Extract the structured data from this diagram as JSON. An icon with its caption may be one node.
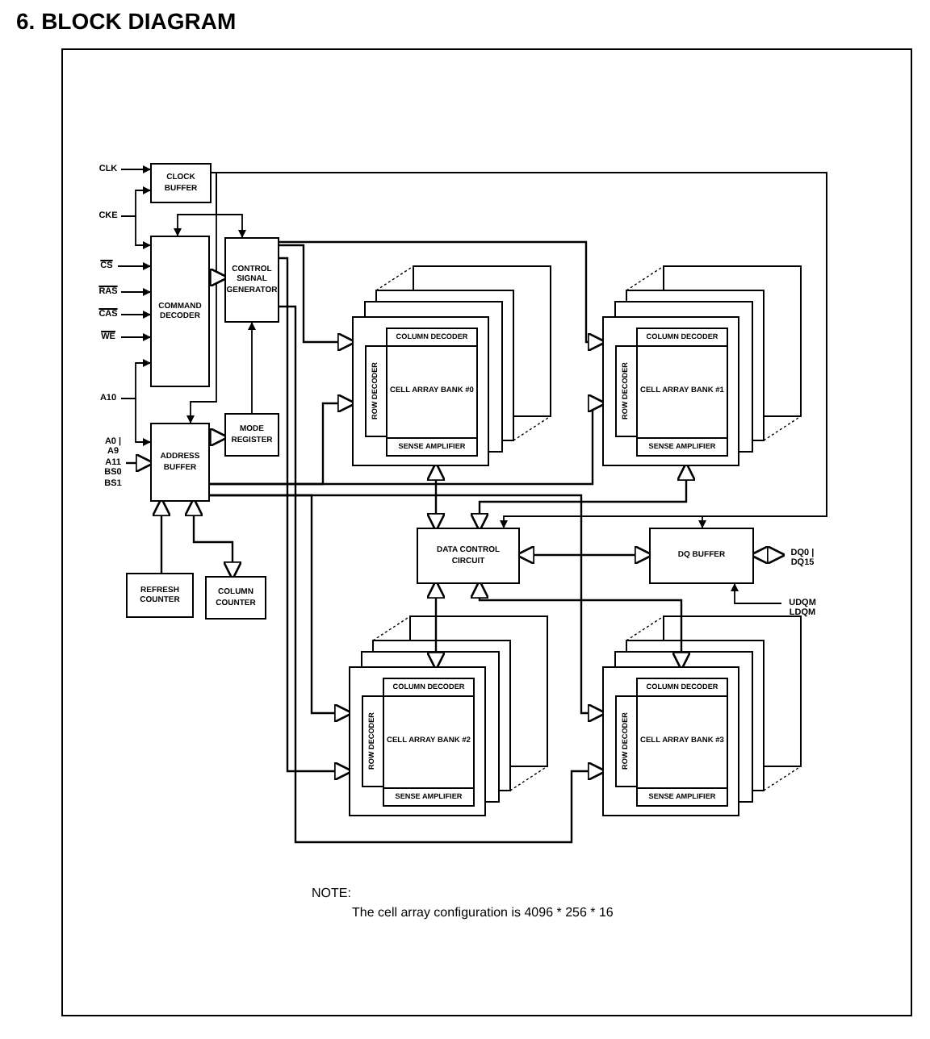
{
  "diagram": {
    "title": "6. BLOCK DIAGRAM",
    "nodes": [
      {
        "text": [
          "CLK"
        ]
      },
      {
        "text": [
          "CKE"
        ]
      },
      {
        "text": [
          "CS"
        ]
      },
      {
        "text": [
          "RAS"
        ]
      },
      {
        "text": [
          "CAS"
        ]
      },
      {
        "text": [
          "WE"
        ]
      },
      {
        "text": [
          "A10"
        ]
      },
      {
        "text": [
          "A0 | A9 A11 BS0 BS1"
        ]
      },
      {
        "text": [
          "CLOCK BUFFER"
        ]
      },
      {
        "text": [
          "COMMAND DECODER"
        ]
      },
      {
        "text": [
          "CONTROL SIGNAL GENERATOR"
        ]
      },
      {
        "text": [
          "ADDRESS BUFFER"
        ]
      },
      {
        "text": [
          "MODE REGISTER"
        ]
      },
      {
        "text": [
          "REFRESH COUNTER"
        ]
      },
      {
        "text": [
          "COLUMN COUNTER"
        ]
      },
      {
        "text": [],
        "shape": "box"
      },
      {
        "text": [
          "COLUMN DECODER"
        ],
        "in": 15
      },
      {
        "text": [
          "ROW DECODER"
        ],
        "in": 15
      },
      {
        "text": [
          "CELL ARRAY BANK #0"
        ],
        "in": 15
      },
      {
        "text": [
          "SENSE AMPLIFIER"
        ],
        "in": 15
      },
      {
        "text": [],
        "shape": "box"
      },
      {
        "text": [
          "COLUMN DECODER"
        ],
        "in": 20
      },
      {
        "text": [
          "ROW DECODER"
        ],
        "in": 20
      },
      {
        "text": [
          "CELL ARRAY BANK #1"
        ],
        "in": 20
      },
      {
        "text": [
          "SENSE AMPLIFIER"
        ],
        "in": 20
      },
      {
        "text": [
          "DATA CONTROL CIRCUIT"
        ]
      },
      {
        "text": [
          "DQ BUFFER"
        ]
      },
      {
        "text": [
          "DQ0 | DQ15"
        ]
      },
      {
        "text": [
          "UDQM LDQM"
        ]
      },
      {
        "text": [],
        "shape": "box"
      },
      {
        "text": [
          "COLUMN DECODER"
        ],
        "in": 29
      },
      {
        "text": [
          "ROW DECODER"
        ],
        "in": 29
      },
      {
        "text": [
          "CELL ARRAY BANK #2"
        ],
        "in": 29
      },
      {
        "text": [
          "SENSE AMPLIFIER"
        ],
        "in": 29
      },
      {
        "text": [],
        "shape": "box"
      },
      {
        "text": [
          "COLUMN DECODER"
        ],
        "in": 34
      },
      {
        "text": [
          "ROW DECODER"
        ],
        "in": 34
      },
      {
        "text": [
          "CELL ARRAY BANK #3"
        ],
        "in": 34
      },
      {
        "text": [
          "SENSE AMPLIFIER"
        ],
        "in": 34
      }
    ],
    "edges": [
      {
        "from": 0,
        "to": 8,
        "arrow": "to"
      },
      {
        "from": 1,
        "to": 8,
        "arrow": "to"
      },
      {
        "from": 1,
        "to": 9,
        "arrow": "to"
      },
      {
        "from": 2,
        "to": 9,
        "arrow": "to"
      },
      {
        "from": 3,
        "to": 9,
        "arrow": "to"
      },
      {
        "from": 4,
        "to": 9,
        "arrow": "to"
      },
      {
        "from": 5,
        "to": 9,
        "arrow": "to"
      },
      {
        "from": 6,
        "to": 9,
        "arrow": "to"
      },
      {
        "from": 6,
        "to": 11,
        "arrow": "to"
      },
      {
        "from": 7,
        "to": 11,
        "arrow": "to"
      },
      {
        "from": 8,
        "to": 9,
        "arrow": "to"
      },
      {
        "from": 8,
        "to": 10,
        "arrow": "to"
      },
      {
        "from": 8,
        "to": 11,
        "arrow": "to"
      },
      {
        "from": 8,
        "to": 25,
        "arrow": "to"
      },
      {
        "from": 8,
        "to": 26,
        "arrow": "to"
      },
      {
        "from": 9,
        "to": 10,
        "arrow": "to"
      },
      {
        "from": 12,
        "to": 10,
        "arrow": "to"
      },
      {
        "from": 11,
        "to": 12,
        "arrow": "to"
      },
      {
        "from": 13,
        "to": 11,
        "arrow": "to"
      },
      {
        "from": 11,
        "to": 14,
        "arrow": "both"
      },
      {
        "from": 10,
        "to": 15,
        "arrow": "to"
      },
      {
        "from": 10,
        "to": 20,
        "arrow": "to"
      },
      {
        "from": 10,
        "to": 29,
        "arrow": "to"
      },
      {
        "from": 10,
        "to": 34,
        "arrow": "to"
      },
      {
        "from": 11,
        "to": 15,
        "arrow": "to"
      },
      {
        "from": 11,
        "to": 20,
        "arrow": "to"
      },
      {
        "from": 11,
        "to": 29,
        "arrow": "to"
      },
      {
        "from": 11,
        "to": 34,
        "arrow": "to"
      },
      {
        "from": 25,
        "to": 15,
        "arrow": "both"
      },
      {
        "from": 25,
        "to": 20,
        "arrow": "both"
      },
      {
        "from": 25,
        "to": 29,
        "arrow": "both"
      },
      {
        "from": 25,
        "to": 34,
        "arrow": "both"
      },
      {
        "from": 25,
        "to": 26,
        "arrow": "both"
      },
      {
        "from": 26,
        "to": 27,
        "arrow": "both"
      },
      {
        "from": 28,
        "to": 26,
        "arrow": "to"
      }
    ],
    "labels": [
      "NOTE:",
      "The cell array configuration is 4096 * 256 * 16"
    ]
  }
}
